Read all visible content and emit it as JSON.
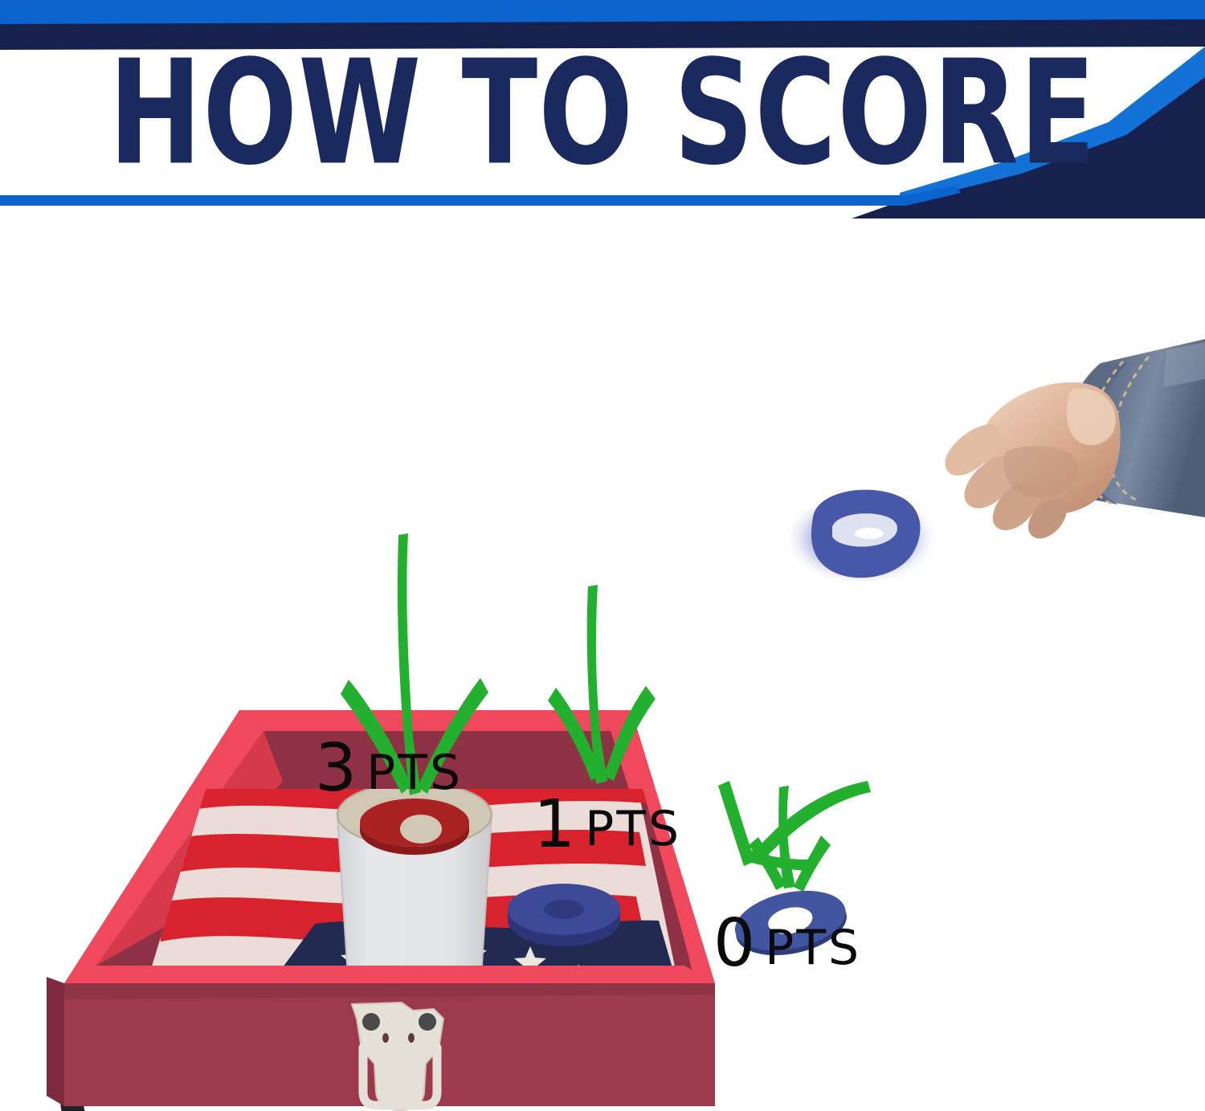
{
  "banner": {
    "title": "HOW TO SCORE",
    "colors": {
      "bright_blue": "#0b63ce",
      "navy": "#17214e",
      "title_navy": "#1b2a5e",
      "white": "#ffffff"
    }
  },
  "scoring": {
    "labels": [
      {
        "id": "3-pts",
        "value": "3",
        "unit": "PTS",
        "target": "cup"
      },
      {
        "id": "1-pts",
        "value": "1",
        "unit": "PTS",
        "target": "box-floor"
      },
      {
        "id": "0-pts",
        "value": "0",
        "unit": "PTS",
        "target": "outside-box"
      }
    ]
  },
  "scene": {
    "arrow_color": "#22b02e",
    "box": {
      "front_face": "#9c3a4c",
      "rim_top": "#f0485c",
      "rim_side": "#e8404f",
      "inner_wall": "#8e3144",
      "inner_wall_dark": "#7d2b3c",
      "handle": "#20232b",
      "latch_body": "#e6e1d6",
      "latch_rivet": "#4a4a4a"
    },
    "flag": {
      "stripe_red": "#d8222e",
      "stripe_cream": "#ecdcd7",
      "canton_navy": "#232a52",
      "star": "#efe6e0"
    },
    "cup": {
      "body": "#e0e1e3",
      "rim": "#cfc6b4",
      "washer_red": "#ab2222",
      "washer_hole": "#cfc6b4"
    },
    "washer_blue": {
      "top": "#3c4a97",
      "side": "#2b3577",
      "hole": "#31397f"
    },
    "loose_washer": {
      "face": "#4255a0",
      "edge": "#2e3c7c",
      "hole": "#ffffff"
    },
    "flying_washer": {
      "body": "#4858a8",
      "blur_halo": "#6b79bf",
      "highlight": "#ffffff"
    },
    "hand": {
      "skin_light": "#e8c3ab",
      "skin_mid": "#d3a488",
      "skin_shadow": "#b4836a",
      "denim": "#6d7e96",
      "denim_dark": "#4d5c74",
      "denim_light": "#8e9db3",
      "stitch": "#c8b98f"
    }
  }
}
